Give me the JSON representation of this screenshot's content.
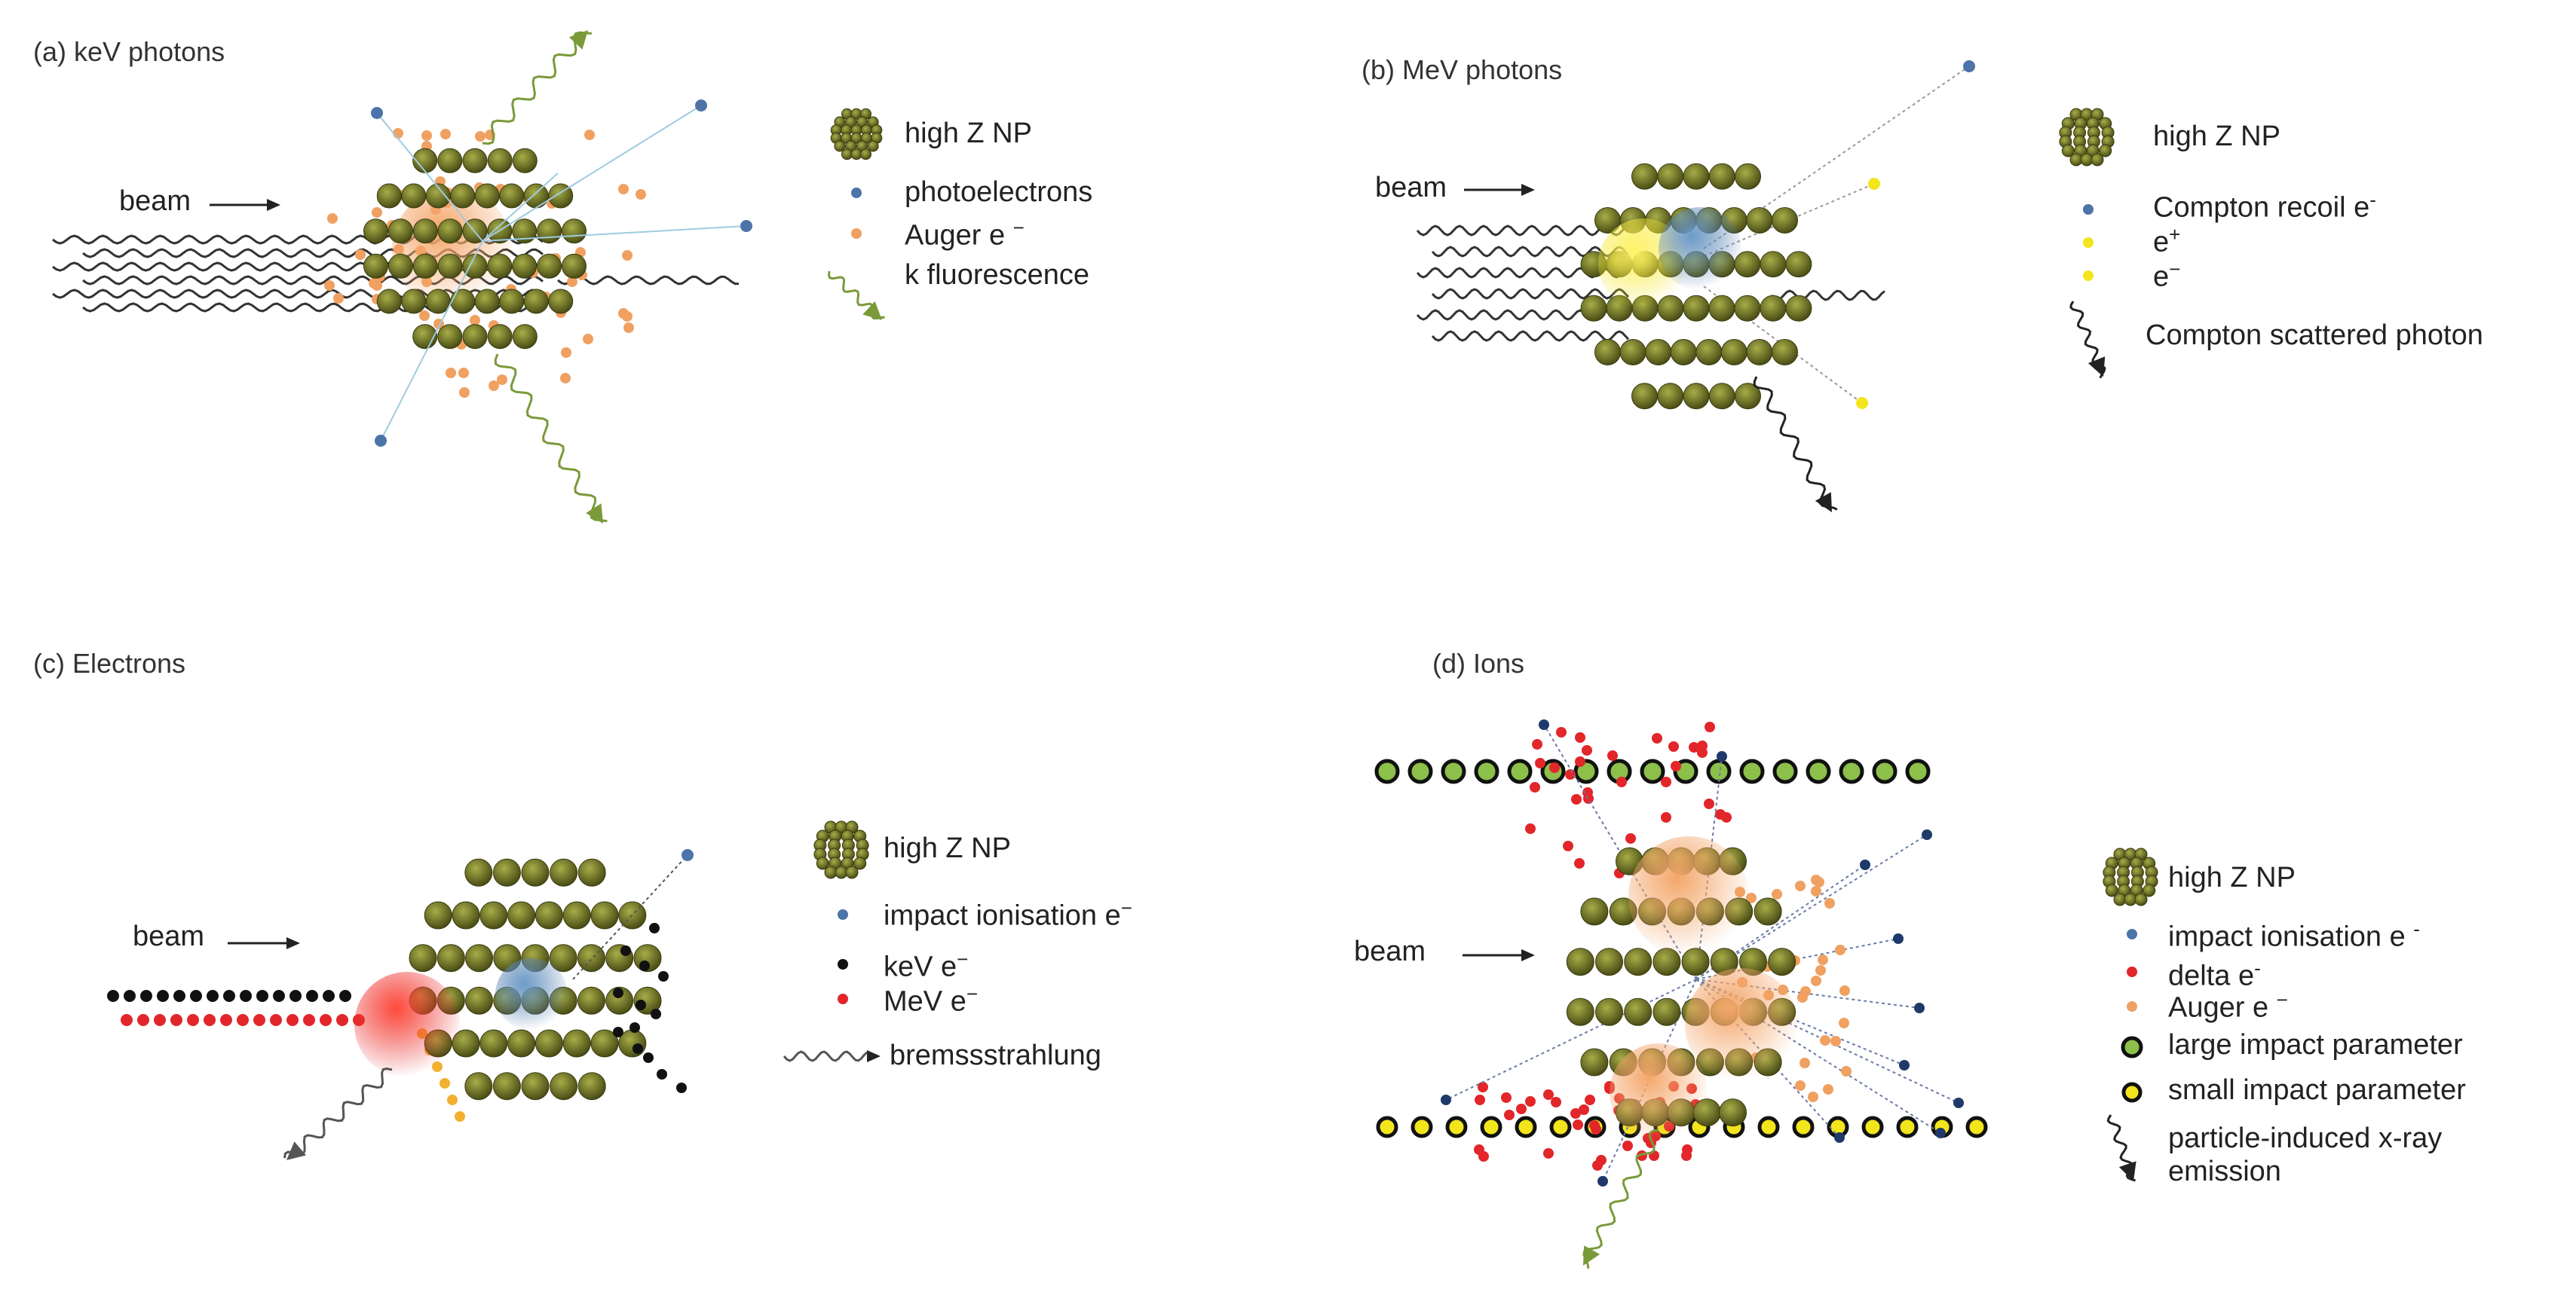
{
  "colors": {
    "np_dark": "#4a4d15",
    "np_light": "#a7ad48",
    "electron_blue": "#4c74a8",
    "auger_orange": "#f0a060",
    "fluor_green": "#7a9a3a",
    "yellow": "#f2e51c",
    "red": "#e2262a",
    "black": "#111111",
    "green_ring": "#8cc04a",
    "yellow_ring": "#f2e51c"
  },
  "panels": {
    "a": {
      "title": "(a) keV photons",
      "beam": "beam",
      "legend": {
        "np": "high Z NP",
        "photoelectrons": "photoelectrons",
        "auger": "Auger e",
        "auger_sup": "−",
        "fluorescence": "k fluorescence"
      }
    },
    "b": {
      "title": "(b) MeV photons",
      "beam": "beam",
      "legend": {
        "np": "high Z NP",
        "compton_recoil": "Compton recoil e",
        "compton_recoil_sup": "-",
        "positron": "e",
        "positron_sup": "+",
        "electron": "e",
        "electron_sup": "−",
        "scattered": "Compton scattered photon"
      }
    },
    "c": {
      "title": "(c) Electrons",
      "beam": "beam",
      "legend": {
        "np": "high Z NP",
        "impact": "impact ionisation e",
        "impact_sup": "−",
        "kev": "keV e",
        "kev_sup": "−",
        "mev": "MeV e",
        "mev_sup": "−",
        "brems": "bremssstrahlung"
      }
    },
    "d": {
      "title": "(d) Ions",
      "beam": "beam",
      "legend": {
        "np": "high Z NP",
        "impact": "impact ionisation e",
        "impact_sup": "-",
        "delta": "delta e",
        "delta_sup": "-",
        "auger": "Auger e",
        "auger_sup": "−",
        "large": "large impact parameter",
        "small": "small impact parameter",
        "pixe1": "particle-induced x-ray",
        "pixe2": "emission"
      }
    }
  }
}
